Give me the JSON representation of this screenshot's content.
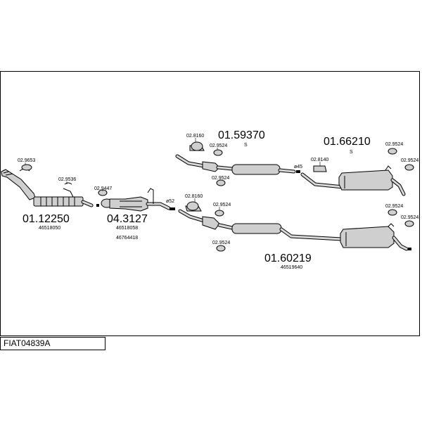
{
  "diagram": {
    "code": "FIAT04839A",
    "parts": {
      "front_pipe": {
        "number": "01.12250",
        "oem": "46518050"
      },
      "catalyst": {
        "number": "04.3127",
        "oem_1": "46518058",
        "oem_2": "46764418"
      },
      "upper_centre": {
        "number": "01.59370",
        "mark": "S"
      },
      "upper_rear": {
        "number": "01.66210",
        "mark": "S"
      },
      "lower_rear": {
        "number": "01.60219",
        "oem": "46519640"
      }
    },
    "fittings": {
      "f_029653": "02.9653",
      "f_029536": "02.9536",
      "f_029447": "02.9447",
      "f_028160_a": "02.8160",
      "f_028160_b": "02.8160",
      "f_029524_a": "02.9524",
      "f_029524_b": "02.9524",
      "f_029524_c": "02.9524",
      "f_029524_d": "02.9524",
      "f_029524_e": "02.9524",
      "f_029524_f": "02.9524",
      "f_029524_g": "02.9524",
      "f_029524_h": "02.9524",
      "f_028140": "02.8140"
    },
    "diameters": {
      "d52": "ø52",
      "d45": "ø45"
    }
  }
}
